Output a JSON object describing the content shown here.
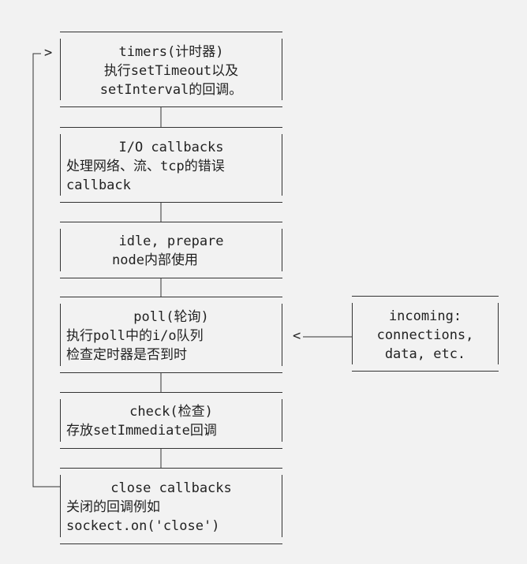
{
  "phases": [
    {
      "title": "timers(计时器)",
      "lines": [
        "执行setTimeout以及",
        "setInterval的回调。"
      ]
    },
    {
      "title": "I/O callbacks",
      "lines": [
        "处理网络、流、tcp的错误",
        "callback"
      ]
    },
    {
      "title": "idle, prepare",
      "lines": [
        "node内部使用"
      ]
    },
    {
      "title": "poll(轮询)",
      "lines": [
        "执行poll中的i/o队列",
        "检查定时器是否到时"
      ]
    },
    {
      "title": "check(检查)",
      "lines": [
        "存放setImmediate回调"
      ]
    },
    {
      "title": "close callbacks",
      "lines": [
        "关闭的回调例如",
        "sockect.on('close')"
      ]
    }
  ],
  "incoming": {
    "lines": [
      "incoming:",
      "connections,",
      "data, etc."
    ]
  },
  "arrows": {
    "loop_head": ">",
    "poll_head": "<"
  }
}
